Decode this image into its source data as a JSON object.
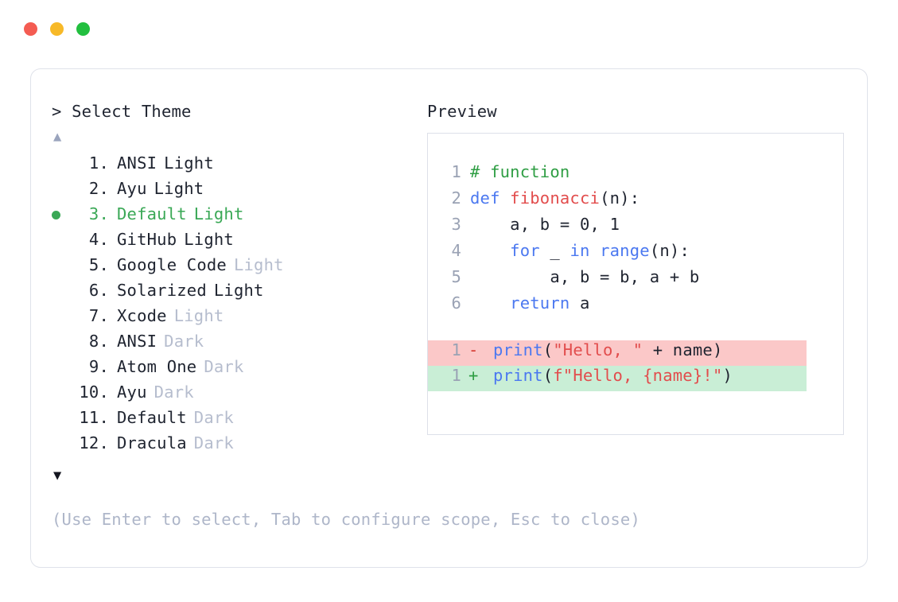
{
  "window": {
    "controls": [
      {
        "name": "close",
        "color": "#f45c52"
      },
      {
        "name": "minimize",
        "color": "#f7b928"
      },
      {
        "name": "maximize",
        "color": "#22bf3f"
      }
    ]
  },
  "left_panel": {
    "prompt_caret": ">",
    "prompt_label": "Select Theme",
    "scroll_up_glyph": "▲",
    "scroll_down_glyph": "▼",
    "scroll_up_color": "#9aa4bd",
    "scroll_down_color": "#14161f",
    "selected_index": 3,
    "selected_color": "#3aa856",
    "items": [
      {
        "number": "1.",
        "name": "ANSI",
        "suffix": "Light",
        "suffix_dim": false,
        "selected": false,
        "marker": ""
      },
      {
        "number": "2.",
        "name": "Ayu",
        "suffix": "Light",
        "suffix_dim": false,
        "selected": false,
        "marker": ""
      },
      {
        "number": "3.",
        "name": "Default",
        "suffix": "Light",
        "suffix_dim": false,
        "selected": true,
        "marker": "dot"
      },
      {
        "number": "4.",
        "name": "GitHub",
        "suffix": "Light",
        "suffix_dim": false,
        "selected": false,
        "marker": ""
      },
      {
        "number": "5.",
        "name": "Google Code",
        "suffix": "Light",
        "suffix_dim": true,
        "selected": false,
        "marker": ""
      },
      {
        "number": "6.",
        "name": "Solarized",
        "suffix": "Light",
        "suffix_dim": false,
        "selected": false,
        "marker": ""
      },
      {
        "number": "7.",
        "name": "Xcode",
        "suffix": "Light",
        "suffix_dim": true,
        "selected": false,
        "marker": ""
      },
      {
        "number": "8.",
        "name": "ANSI",
        "suffix": "Dark",
        "suffix_dim": true,
        "selected": false,
        "marker": ""
      },
      {
        "number": "9.",
        "name": "Atom One",
        "suffix": "Dark",
        "suffix_dim": true,
        "selected": false,
        "marker": ""
      },
      {
        "number": "10.",
        "name": "Ayu",
        "suffix": "Dark",
        "suffix_dim": true,
        "selected": false,
        "marker": ""
      },
      {
        "number": "11.",
        "name": "Default",
        "suffix": "Dark",
        "suffix_dim": true,
        "selected": false,
        "marker": ""
      },
      {
        "number": "12.",
        "name": "Dracula",
        "suffix": "Dark",
        "suffix_dim": true,
        "selected": false,
        "marker": ""
      }
    ]
  },
  "right_panel": {
    "title": "Preview",
    "code_lines": [
      {
        "ln": "1",
        "tokens": [
          {
            "t": "# function",
            "c": "comment"
          }
        ]
      },
      {
        "ln": "2",
        "tokens": [
          {
            "t": "def ",
            "c": "keyword"
          },
          {
            "t": "fibonacci",
            "c": "func"
          },
          {
            "t": "(n):",
            "c": "plain"
          }
        ]
      },
      {
        "ln": "3",
        "tokens": [
          {
            "t": "    a, b = 0, 1",
            "c": "plain"
          }
        ]
      },
      {
        "ln": "4",
        "tokens": [
          {
            "t": "    ",
            "c": "plain"
          },
          {
            "t": "for",
            "c": "keyword"
          },
          {
            "t": " _ ",
            "c": "plain"
          },
          {
            "t": "in",
            "c": "keyword"
          },
          {
            "t": " ",
            "c": "plain"
          },
          {
            "t": "range",
            "c": "builtin"
          },
          {
            "t": "(n):",
            "c": "plain"
          }
        ]
      },
      {
        "ln": "5",
        "tokens": [
          {
            "t": "        a, b = b, a + b",
            "c": "plain"
          }
        ]
      },
      {
        "ln": "6",
        "tokens": [
          {
            "t": "    ",
            "c": "plain"
          },
          {
            "t": "return",
            "c": "keyword"
          },
          {
            "t": " a",
            "c": "plain"
          }
        ]
      }
    ],
    "diff_lines": [
      {
        "ln": "1",
        "sign": "-",
        "kind": "del",
        "bg": "#fbc8c8",
        "tokens": [
          {
            "t": "print",
            "c": "builtin"
          },
          {
            "t": "(",
            "c": "plain"
          },
          {
            "t": "\"Hello, \"",
            "c": "string"
          },
          {
            "t": " + name)",
            "c": "plain"
          }
        ]
      },
      {
        "ln": "1",
        "sign": "+",
        "kind": "add",
        "bg": "#c9eed6",
        "tokens": [
          {
            "t": "print",
            "c": "builtin"
          },
          {
            "t": "(",
            "c": "plain"
          },
          {
            "t": "f\"Hello, {name}!\"",
            "c": "string"
          },
          {
            "t": ")",
            "c": "plain"
          }
        ]
      }
    ]
  },
  "footer": {
    "hint": "(Use Enter to select, Tab to configure scope, Esc to close)"
  },
  "colors": {
    "accent_green": "#3aa856",
    "dim_text": "#b6bdce",
    "footer_text": "#aeb6c9",
    "card_border": "#dfe2ea",
    "preview_border": "#dde0e9",
    "diff_del_bg": "#fbc8c8",
    "diff_add_bg": "#c9eed6",
    "keyword": "#4b78f0",
    "func": "#e24d4d",
    "comment": "#2f9e44",
    "plain": "#1f2430"
  }
}
